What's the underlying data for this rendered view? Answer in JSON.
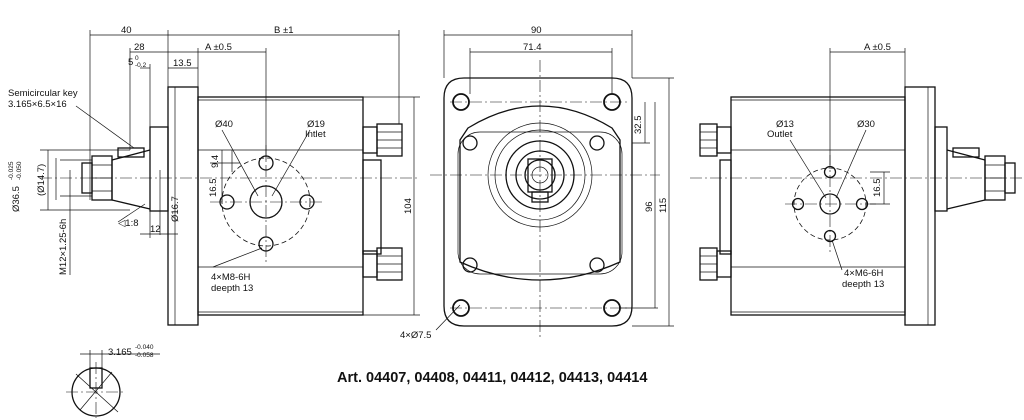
{
  "title": "Art. 04407, 04408, 04411, 04412, 04413, 04414",
  "side_view": {
    "dim_40": "40",
    "dim_28": "28",
    "dim_5": "5",
    "dim_5_tol_upper": "0",
    "dim_5_tol_lower": "-0.2",
    "dim_13_5": "13.5",
    "dim_A": "A ±0.5",
    "dim_B": "B ±1",
    "key_label_line1": "Semicircular key",
    "key_label_line2": "3.165×6.5×16",
    "dim_d36_5": "Ø36.5",
    "dim_d36_5_tol_upper": "-0.025",
    "dim_d36_5_tol_lower": "-0.050",
    "dim_d14_7": "(Ø14.7)",
    "dim_thread": "M12×1.25-6h",
    "dim_taper": "◁1:8",
    "dim_12": "12",
    "dim_d16_7": "Ø16.7",
    "dim_d40": "Ø40",
    "dim_d19": "Ø19",
    "inlet_label": "Intlet",
    "dim_16_5": "16.5",
    "dim_9_4": "9.4",
    "dim_104": "104",
    "holes_line1": "4×M8-6H",
    "holes_line2": "deepth 13"
  },
  "front_view": {
    "dim_90": "90",
    "dim_71_4": "71.4",
    "dim_32_5": "32.5",
    "dim_96": "96",
    "dim_115": "115",
    "holes": "4×Ø7.5"
  },
  "rear_view": {
    "dim_A": "A ±0.5",
    "dim_d13": "Ø13",
    "outlet_label": "Outlet",
    "dim_d30": "Ø30",
    "dim_16_5": "16.5",
    "holes_line1": "4×M6-6H",
    "holes_line2": "deepth 13"
  },
  "key_section": {
    "dim": "3.165",
    "tol_upper": "-0.040",
    "tol_lower": "-0.058"
  }
}
